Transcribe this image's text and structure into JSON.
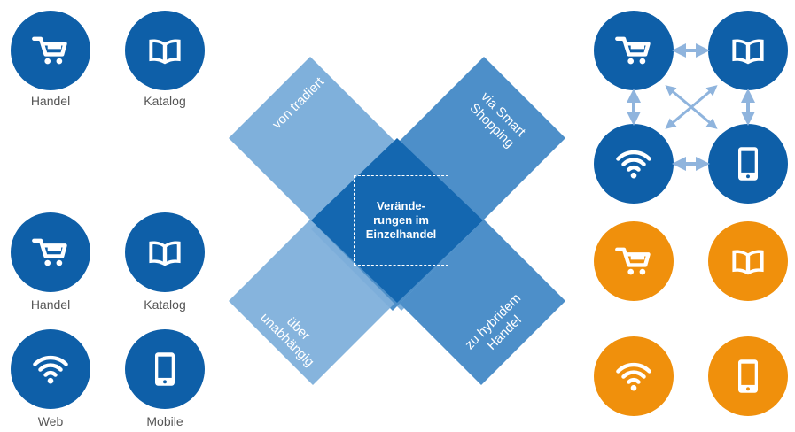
{
  "left_top": {
    "items": [
      {
        "label": "Handel",
        "icon": "cart-icon"
      },
      {
        "label": "Katalog",
        "icon": "book-icon"
      }
    ]
  },
  "left_bottom": {
    "items": [
      {
        "label": "Handel",
        "icon": "cart-icon"
      },
      {
        "label": "Katalog",
        "icon": "book-icon"
      },
      {
        "label": "Web",
        "icon": "wifi-icon"
      },
      {
        "label": "Mobile",
        "icon": "mobile-icon"
      }
    ]
  },
  "center": {
    "text": "Verände-\nrungen im\nEinzelhandel",
    "arms": {
      "top_left": "von tradiert",
      "top_right": "via Smart\nShopping",
      "bottom_left": "über\nunabhängig",
      "bottom_right": "zu hybridem\nHandel"
    }
  },
  "right_top": {
    "icons": [
      "cart-icon",
      "book-icon",
      "wifi-icon",
      "mobile-icon"
    ],
    "connector": "bidirectional-arrows"
  },
  "right_bottom": {
    "icons": [
      "cart-icon",
      "book-icon",
      "wifi-icon",
      "mobile-icon"
    ]
  },
  "colors": {
    "blue": "#0e5fa8",
    "orange": "#f0900c",
    "arm_light": "#7fb0db",
    "arm_mid": "#4d8fc9",
    "arm_center": "#1467b0",
    "arrow": "#8fb4dd",
    "label": "#555555"
  }
}
